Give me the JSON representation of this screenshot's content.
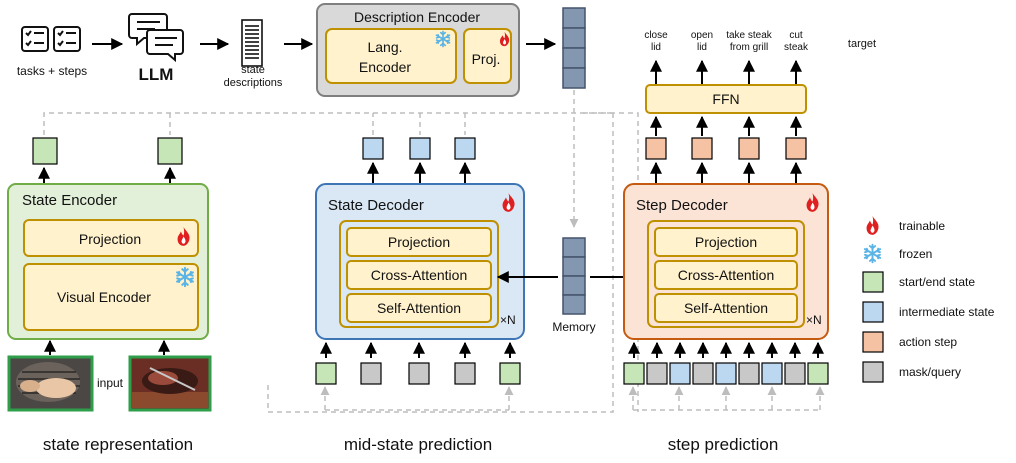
{
  "top": {
    "tasks_label": "tasks + steps",
    "llm_label": "LLM",
    "state_desc_line1": "state",
    "state_desc_line2": "descriptions",
    "desc_encoder_title": "Description Encoder",
    "lang_encoder_line1": "Lang.",
    "lang_encoder_line2": "Encoder",
    "proj_label": "Proj."
  },
  "state_encoder": {
    "title": "State Encoder",
    "projection": "Projection",
    "visual_encoder": "Visual Encoder",
    "input_label": "input"
  },
  "state_decoder": {
    "title": "State Decoder",
    "projection": "Projection",
    "cross_attention": "Cross-Attention",
    "self_attention": "Self-Attention",
    "repeat": "×N"
  },
  "step_decoder": {
    "title": "Step Decoder",
    "projection": "Projection",
    "cross_attention": "Cross-Attention",
    "self_attention": "Self-Attention",
    "repeat": "×N"
  },
  "memory_label": "Memory",
  "ffn_label": "FFN",
  "targets": [
    {
      "line1": "close",
      "line2": "lid"
    },
    {
      "line1": "open",
      "line2": "lid"
    },
    {
      "line1": "take steak",
      "line2": "from grill"
    },
    {
      "line1": "cut",
      "line2": "steak"
    }
  ],
  "target_label": "target",
  "legend": [
    {
      "icon": "flame-icon",
      "label": "trainable"
    },
    {
      "icon": "snowflake-icon",
      "label": "frozen"
    },
    {
      "icon": "green-square",
      "label": "start/end state",
      "color": "#c6e6b8"
    },
    {
      "icon": "blue-square",
      "label": "intermediate state",
      "color": "#bcd7f0"
    },
    {
      "icon": "orange-square",
      "label": "action step",
      "color": "#f6c2a4"
    },
    {
      "icon": "gray-square",
      "label": "mask/query",
      "color": "#c8c8c8"
    }
  ],
  "captions": {
    "state_representation": "state representation",
    "mid_state_prediction": "mid-state prediction",
    "step_prediction": "step prediction"
  },
  "colors": {
    "green_fill": "#e2f0d9",
    "green_border": "#70ad47",
    "blue_fill": "#dae8f6",
    "blue_border": "#3e75b4",
    "orange_fill": "#fbe3d6",
    "orange_border": "#c55a11",
    "yellow_fill": "#fff2cc",
    "yellow_border": "#bf9000",
    "gray_fill": "#d9d9d9",
    "gray_border": "#7f7f7f",
    "token_green": "#c6e6b8",
    "token_blue": "#bcd7f0",
    "token_orange": "#f6c2a4",
    "token_gray": "#c8c8c8",
    "memory_fill": "#8497b0",
    "flame": "#e02020",
    "snow": "#5ab4e5"
  }
}
